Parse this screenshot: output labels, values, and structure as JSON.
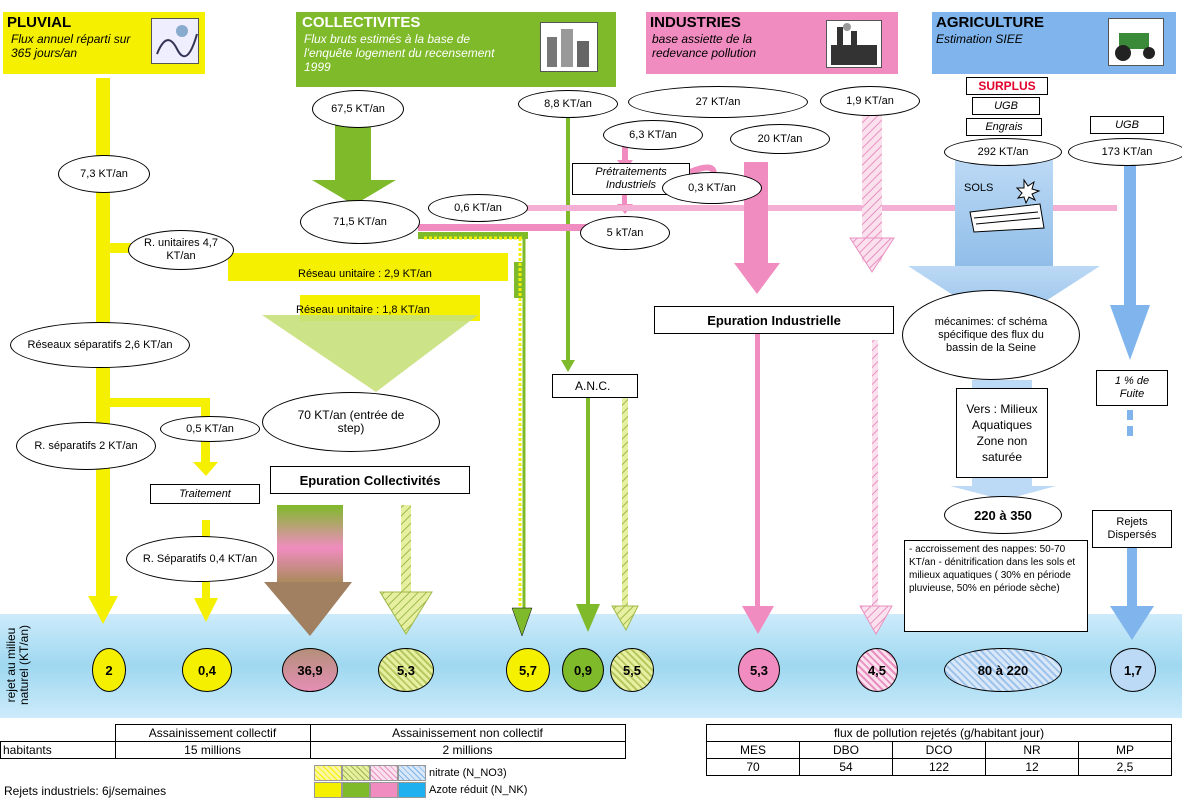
{
  "headers": {
    "pluvial": {
      "title": "PLUVIAL",
      "subtitle": "Flux annuel réparti sur 365 jours/an"
    },
    "collectivites": {
      "title": "COLLECTIVITES",
      "subtitle": "Flux bruts estimés à la base de l'enquête logement du recensement 1999"
    },
    "industries": {
      "title": "INDUSTRIES",
      "subtitle": "base assiette de la redevance pollution"
    },
    "agriculture": {
      "title": "AGRICULTURE",
      "subtitle": "Estimation SIEE"
    }
  },
  "labels": {
    "pluvial_flux": "7,3 KT/an",
    "r_unitaires": "R. unitaires 4,7 KT/an",
    "reseaux_separatifs": "Réseaux séparatifs 2,6 KT/an",
    "r_separatifs2": "R. séparatifs 2 KT/an",
    "pluvial_05": "0,5 KT/an",
    "traitement": "Traitement",
    "r_separatifs04": "R. Séparatifs 0,4 KT/an",
    "coll_675": "67,5 KT/an",
    "coll_88": "8,8 KT/an",
    "coll_715": "71,5 KT/an",
    "reseau_unitaire_29": "Réseau unitaire : 2,9 KT/an",
    "reseau_unitaire_18": "Réseau unitaire : 1,8 KT/an",
    "entree_step": "70 KT/an (entrée de step)",
    "epuration_coll": "Epuration Collectivités",
    "anc": "A.N.C.",
    "ind_27": "27 KT/an",
    "ind_63": "6,3 KT/an",
    "ind_20": "20 KT/an",
    "ind_19": "1,9 KT/an",
    "pretraitements": "Prétraitements Industriels",
    "ind_03": "0,3 KT/an",
    "ind_06": "0,6 KT/an",
    "ind_5": "5 kT/an",
    "epuration_ind": "Epuration Industrielle",
    "surplus": "SURPLUS",
    "ugb1": "UGB",
    "engrais": "Engrais",
    "agri_292": "292 KT/an",
    "ugb2": "UGB",
    "agri_173": "173 KT/an",
    "sols": "SOLS",
    "mecanismes": "mécanimes: cf schéma spécifique des flux du bassin de la Seine",
    "vers": "Vers : Milieux Aquatiques Zone non saturée",
    "fuite": "1 % de Fuite",
    "range_220_350": "220 à 350",
    "rejets_disperses": "Rejets Dispersés",
    "note": "- accroissement des nappes: 50-70 KT/an - dénitrification dans les sols et milieux aquatiques ( 30% en période pluvieuse, 50% en période sèche)",
    "vertical_axis": "rejet au milieu naturel (KT/an)"
  },
  "results": [
    "2",
    "0,4",
    "36,9",
    "5,3",
    "5,7",
    "0,9",
    "5,5",
    "5,3",
    "4,5",
    "80 à 220",
    "1,7"
  ],
  "population_table": {
    "headers": [
      "Assainissement collectif",
      "Assainissement non collectif"
    ],
    "row_label": "habitants",
    "values": [
      "15 millions",
      "2 millions"
    ]
  },
  "legend": {
    "nitrate": "nitrate (N_NO3)",
    "azote": "Azote réduit (N_NK)"
  },
  "footer": "Rejets industriels: 6j/semaines",
  "flux_table": {
    "title": "flux de pollution rejetés (g/habitant jour)",
    "headers": [
      "MES",
      "DBO",
      "DCO",
      "NR",
      "MP"
    ],
    "values": [
      "70",
      "54",
      "122",
      "12",
      "2,5"
    ]
  },
  "colors": {
    "yellow": "#f5f000",
    "green": "#7fba2a",
    "pink": "#f08cc0",
    "blue": "#7fb4ec",
    "band": "#bfe4f5"
  }
}
